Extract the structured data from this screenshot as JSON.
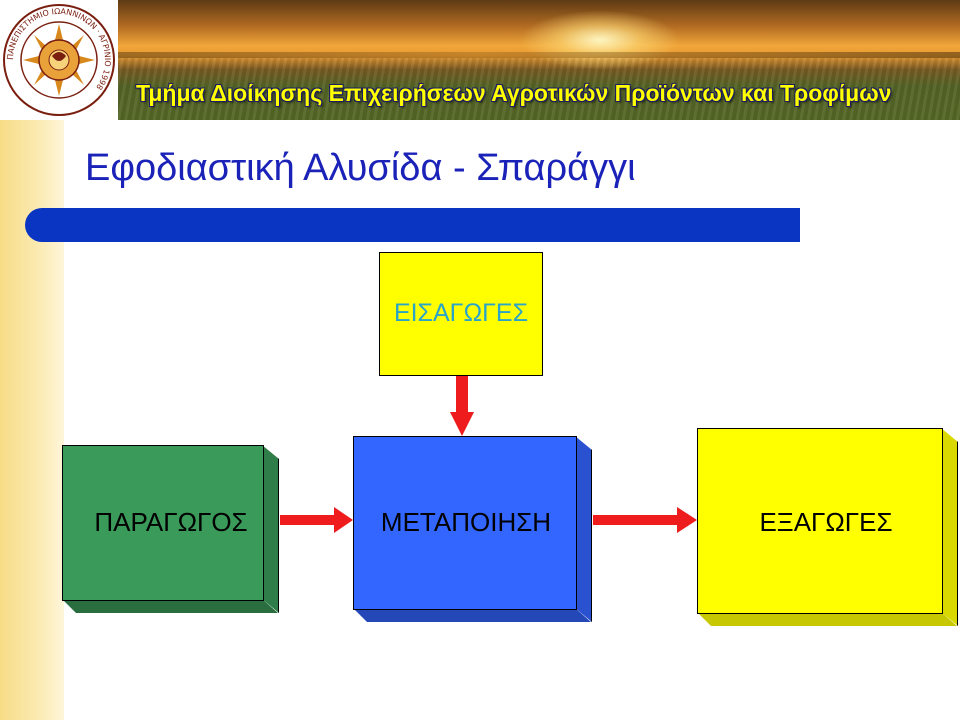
{
  "header": {
    "title": "Τμήμα Διοίκησης Επιχειρήσεων Αγροτικών Προϊόντων και Τροφίμων",
    "logo_text": "ΠΑΝΕΠΙΣΤΗΜΙΟ ΙΩΑΝΝΙΝΩΝ · ΑΓΡΙΝΙΟ 1998"
  },
  "slide": {
    "title": "Εφοδιαστική Αλυσίδα - Σπαράγγι"
  },
  "diagram": {
    "nodes": {
      "imports": {
        "label": "ΕΙΣΑΓΩΓΕΣ",
        "color": "#ffff00",
        "text_color": "#2aa4c8"
      },
      "producer": {
        "label": "ΠΑΡΑΓΩΓΟΣ",
        "color": "#3a9a5a"
      },
      "processing": {
        "label": "ΜΕΤΑΠΟΙΗΣΗ",
        "color": "#3366ff"
      },
      "exports": {
        "label": "ΕΞΑΓΩΓΕΣ",
        "color": "#ffff00"
      }
    },
    "edges": [
      {
        "from": "imports",
        "to": "processing"
      },
      {
        "from": "producer",
        "to": "processing"
      },
      {
        "from": "processing",
        "to": "exports"
      }
    ],
    "arrow_color": "#ee1c1c"
  },
  "colors": {
    "header_text": "#ffff00",
    "title_text": "#1a22b8",
    "divider": "#0a35c2"
  }
}
